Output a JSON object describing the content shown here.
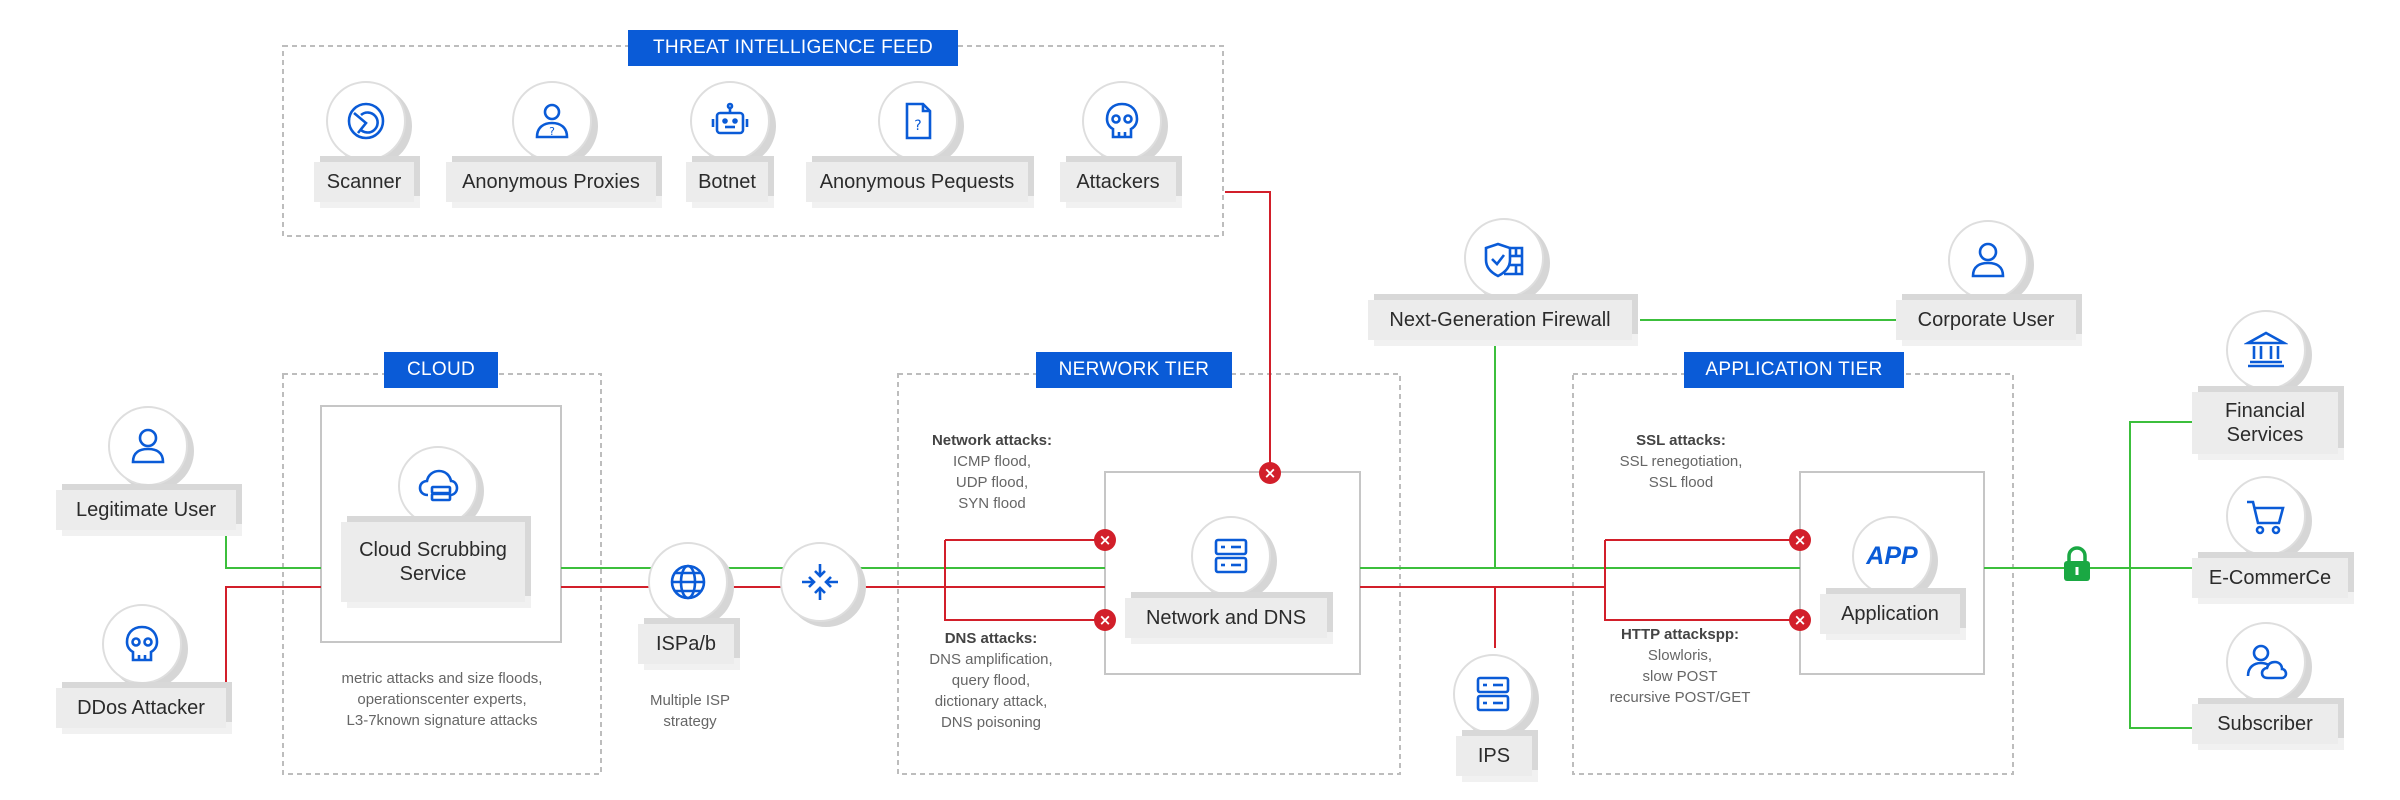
{
  "colors": {
    "accent": "#0a5bd7",
    "clean_path": "#3cbf3c",
    "attack_path": "#d21f2a",
    "lock": "#1aa843"
  },
  "threat_feed": {
    "title": "THREAT INTELLIGENCE FEED",
    "items": [
      {
        "label": "Scanner",
        "icon": "scanner-icon"
      },
      {
        "label": "Anonymous Proxies",
        "icon": "proxy-user-icon"
      },
      {
        "label": "Botnet",
        "icon": "robot-icon"
      },
      {
        "label": "Anonymous Pequests",
        "icon": "unknown-document-icon"
      },
      {
        "label": "Attackers",
        "icon": "skull-icon"
      }
    ]
  },
  "sources": {
    "legit_user": "Legitimate User",
    "ddos_attacker": "DDos Attacker"
  },
  "cloud": {
    "title": "CLOUD",
    "service_line1": "Cloud Scrubbing",
    "service_line2": "Service",
    "note_line1": "metric attacks and size floods,",
    "note_line2": "operationscenter experts,",
    "note_line3": "L3-7known signature attacks"
  },
  "isp": {
    "label": "ISPa/b",
    "note_line1": "Multiple ISP",
    "note_line2": "strategy"
  },
  "network_tier": {
    "title": "NERWORK TIER",
    "net_attacks_title": "Network attacks:",
    "net_attacks": [
      "ICMP flood,",
      "UDP flood,",
      "SYN flood"
    ],
    "dns_attacks_title": "DNS attacks:",
    "dns_attacks": [
      "DNS amplification,",
      "query flood,",
      "dictionary attack,",
      "DNS poisoning"
    ],
    "node": "Network and DNS"
  },
  "firewall": "Next-Generation Firewall",
  "corporate_user": "Corporate User",
  "ips": "IPS",
  "app_tier": {
    "title": "APPLICATION TIER",
    "ssl_title": "SSL attacks:",
    "ssl_items": [
      "SSL renegotiation,",
      "SSL flood"
    ],
    "http_title": "HTTP attackspp:",
    "http_items": [
      "Slowloris,",
      "slow POST",
      "recursive POST/GET"
    ],
    "app_badge": "APP",
    "node": "Application"
  },
  "destinations": {
    "financial_line1": "Financial",
    "financial_line2": "Services",
    "ecommerce": "E-CommerCe",
    "subscriber": "Subscriber"
  }
}
